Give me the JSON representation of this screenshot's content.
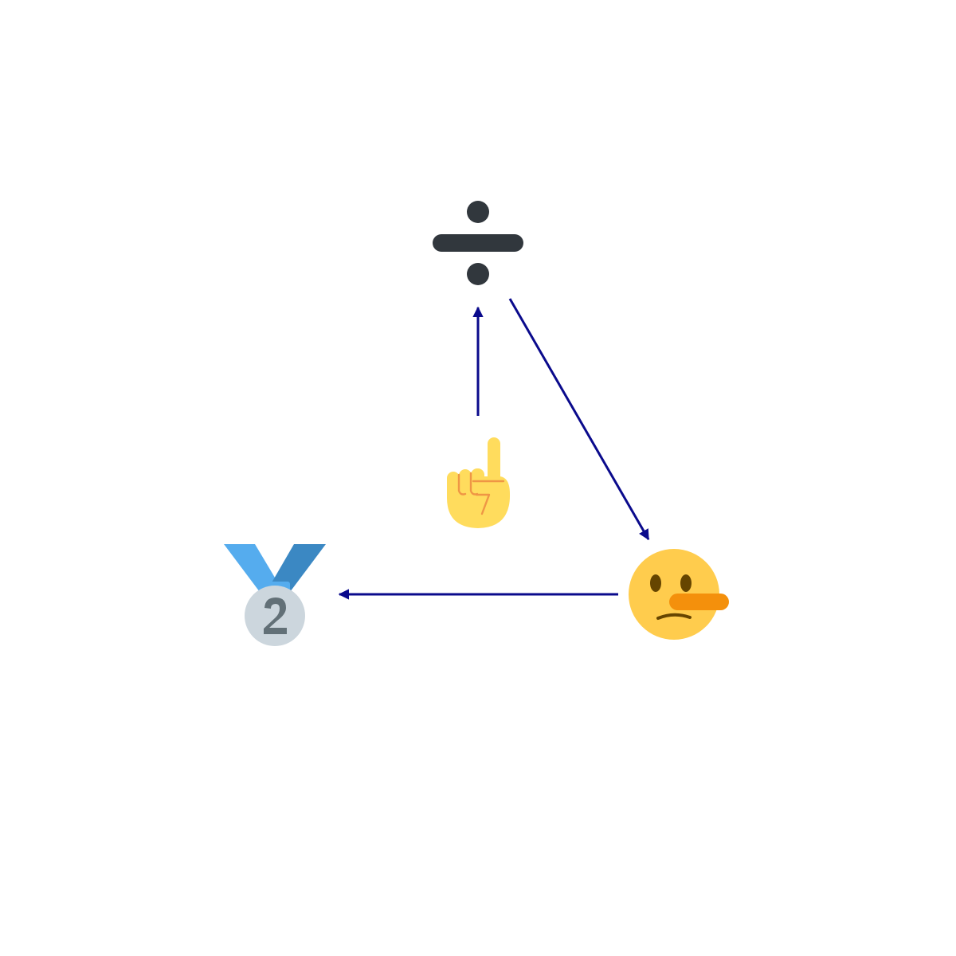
{
  "diagram": {
    "nodes": [
      {
        "id": "divide",
        "icon": "division-sign-icon"
      },
      {
        "id": "pointer",
        "icon": "index-pointing-up-icon"
      },
      {
        "id": "liar",
        "icon": "lying-face-icon"
      },
      {
        "id": "medal",
        "icon": "second-place-medal-icon"
      }
    ],
    "edges": [
      {
        "from": "pointer",
        "to": "divide"
      },
      {
        "from": "divide",
        "to": "liar"
      },
      {
        "from": "liar",
        "to": "medal"
      }
    ],
    "colors": {
      "arrow": "#0a0a8c",
      "division_sign": "#31373d",
      "face_yellow": "#ffcc4d",
      "eyes_mouth": "#664500",
      "nose_orange": "#f4900c",
      "hand_yellow": "#ffdc5d",
      "hand_lines": "#ef9645",
      "ribbon_light": "#55acee",
      "ribbon_dark": "#3b88c3",
      "medal_silver": "#ccd6dd",
      "medal_number": "#627077"
    }
  }
}
